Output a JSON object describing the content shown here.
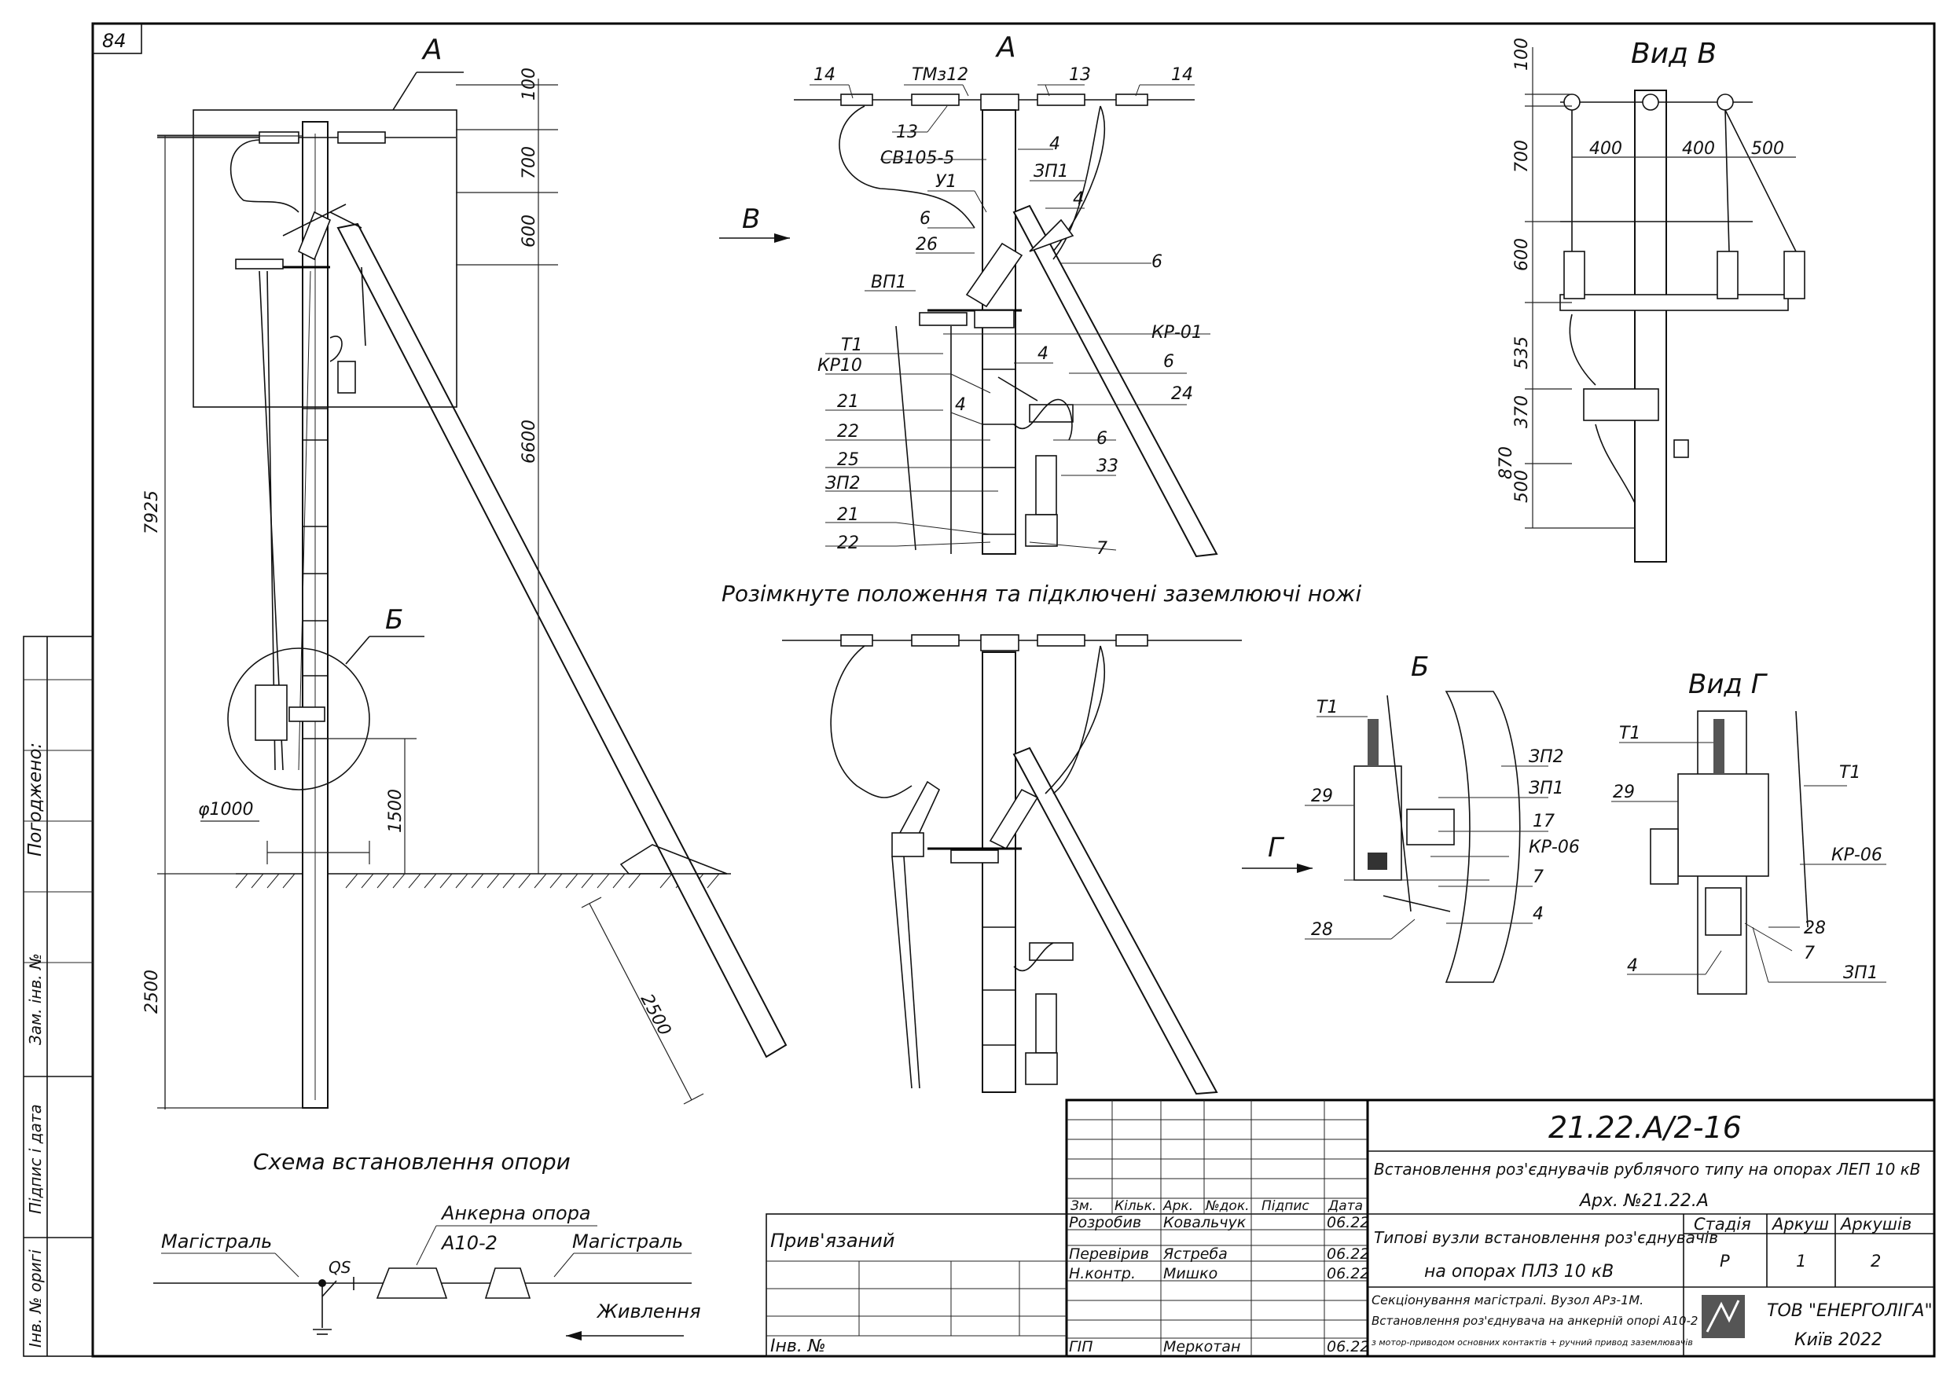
{
  "sheet_number": "84",
  "views": {
    "A_label": "А",
    "A_detail_label": "А",
    "B_label": "Б",
    "B_detail_label": "Б",
    "vid_v": "Вид В",
    "vid_g": "Вид Г",
    "arrow_v": "В",
    "arrow_g": "Г",
    "open_position_caption": "Розімкнуте положення та підключені заземлюючі ножі",
    "scheme_caption": "Схема встановлення опори"
  },
  "main_dims": {
    "d100": "100",
    "d700": "700",
    "d600": "600",
    "d6600": "6600",
    "d7925": "7925",
    "d2500v": "2500",
    "d2500s": "2500",
    "d1500": "1500",
    "phi1000": "φ1000"
  },
  "detail_a_labels": {
    "l14a": "14",
    "l_tmz12": "ТМз12",
    "l13a": "13",
    "l14b": "14",
    "l13b": "13",
    "l4a": "4",
    "l_sv": "СВ105-5",
    "l_zp1": "ЗП1",
    "l_u1": "У1",
    "l4b": "4",
    "l6a": "6",
    "l6b": "6",
    "l26": "26",
    "l_vp1": "ВП1",
    "l_kr01": "КР-01",
    "l_t1": "Т1",
    "l4c": "4",
    "l_kr10": "КР10",
    "l6c": "6",
    "l21a": "21",
    "l4d": "4",
    "l24": "24",
    "l22a": "22",
    "l6d": "6",
    "l25": "25",
    "l33": "33",
    "l_zp2": "ЗП2",
    "l21b": "21",
    "l22b": "22",
    "l7": "7"
  },
  "vid_v_dims": {
    "d100": "100",
    "d700": "700",
    "d600": "600",
    "d535": "535",
    "d370": "370",
    "d870": "870",
    "d500v": "500",
    "h400a": "400",
    "h400b": "400",
    "h500": "500"
  },
  "detail_b_labels": {
    "t1": "Т1",
    "l29": "29",
    "zp2": "ЗП2",
    "zp1": "ЗП1",
    "l17": "17",
    "kr06": "КР-06",
    "l7": "7",
    "l28": "28",
    "l4": "4"
  },
  "vid_g_labels": {
    "t1a": "Т1",
    "t1b": "Т1",
    "l29": "29",
    "kr06": "КР-06",
    "l28": "28",
    "l7": "7",
    "l4": "4",
    "zp1": "ЗП1"
  },
  "scheme": {
    "magistral_left": "Магістраль",
    "magistral_right": "Магістраль",
    "qs": "QS",
    "anchor_title": "Анкерна опора",
    "anchor_type": "А10-2",
    "feed": "Живлення"
  },
  "side_stamp": {
    "pogodzheno": "Погоджено:",
    "zam_inv": "Зам. інв. №",
    "pidpys_data": "Підпис і дата",
    "inv_orig": "Інв. № оригі"
  },
  "title_block": {
    "doc_code": "21.22.А/2-16",
    "project_title": "Встановлення роз'єднувачів рублячого типу на опорах ЛЕП 10 кВ",
    "arch_no": "Арх. №21.22.А",
    "section_title_1": "Типові вузли встановлення роз'єднувачів",
    "section_title_2": "на опорах ПЛЗ 10 кВ",
    "sheet_desc_1": "Секціонування магістралі. Вузол АРз-1М.",
    "sheet_desc_2": "Встановлення роз'єднувача на анкерній опорі А10-2",
    "sheet_desc_3": "з мотор-приводом основних контактів + ручний привод заземлювачів",
    "privyazanyi": "Прив'язаний",
    "inv_no": "Інв. №",
    "col_headers": [
      "Зм.",
      "Кільк.",
      "Арк.",
      "№док.",
      "Підпис",
      "Дата"
    ],
    "rows": [
      {
        "role": "Розробив",
        "name": "Ковальчук",
        "date": "06.22"
      },
      {
        "role": "Перевірив",
        "name": "Ястреба",
        "date": "06.22"
      },
      {
        "role": "Н.контр.",
        "name": "Мишко",
        "date": "06.22"
      }
    ],
    "gip_role": "ГІП",
    "gip_name": "Меркотан",
    "gip_date": "06.22",
    "stage_h": "Стадія",
    "sheet_h": "Аркуш",
    "sheets_h": "Аркушів",
    "stage": "Р",
    "sheet": "1",
    "sheets": "2",
    "company": "ТОВ \"ЕНЕРГОЛІГА\"",
    "city_year": "Київ 2022"
  }
}
